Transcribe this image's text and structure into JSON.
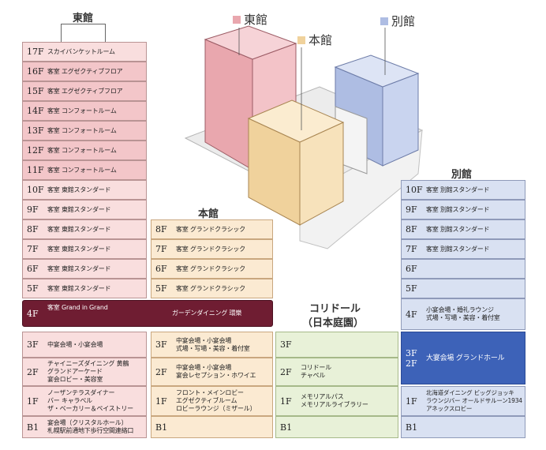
{
  "headers": {
    "east": "東館",
    "honkan": "本館",
    "bekkan": "別館",
    "corridor": "コリドール",
    "corridor_sub": "（日本庭園）"
  },
  "building_labels": {
    "east": "東館",
    "honkan": "本館",
    "bekkan": "別館"
  },
  "colors": {
    "east": "#e9a7ae",
    "honkan": "#f0d29c",
    "bekkan": "#aebde3",
    "corridor": "#cfe2ad",
    "maroon": "#6f1d32",
    "blue": "#3d62b8"
  },
  "east": [
    {
      "floor": "17F",
      "label": "スカイバンケットルーム"
    },
    {
      "floor": "16F",
      "label": "客室 エグゼクティブフロア"
    },
    {
      "floor": "15F",
      "label": "客室 エグゼクティブフロア"
    },
    {
      "floor": "14F",
      "label": "客室 コンフォートルーム"
    },
    {
      "floor": "13F",
      "label": "客室 コンフォートルーム"
    },
    {
      "floor": "12F",
      "label": "客室 コンフォートルーム"
    },
    {
      "floor": "11F",
      "label": "客室 コンフォートルーム"
    },
    {
      "floor": "10F",
      "label": "客室 東館スタンダード"
    },
    {
      "floor": "9F",
      "label": "客室 東館スタンダード"
    },
    {
      "floor": "8F",
      "label": "客室 東館スタンダード"
    },
    {
      "floor": "7F",
      "label": "客室 東館スタンダード"
    },
    {
      "floor": "6F",
      "label": "客室 東館スタンダード"
    },
    {
      "floor": "5F",
      "label": "客室 東館スタンダード"
    },
    {
      "floor": "4F",
      "label": "客室 Grand in Grand"
    },
    {
      "floor": "3F",
      "label": "中宴会場・小宴会場"
    },
    {
      "floor": "2F",
      "label": "チャイニーズダイニング 黄鶴\nグランドアーケード\n宴会ロビー・美容室"
    },
    {
      "floor": "1F",
      "label": "ノーザンテラスダイナー\nバー キャラベル\nザ・ベーカリー＆ペイストリー"
    },
    {
      "floor": "B1",
      "label": "宴会場（クリスタルホール）\n札幌駅前通地下歩行空間連絡口"
    }
  ],
  "honkan": [
    {
      "floor": "8F",
      "label": "客室 グランドクラシック"
    },
    {
      "floor": "7F",
      "label": "客室 グランドクラシック"
    },
    {
      "floor": "6F",
      "label": "客室 グランドクラシック"
    },
    {
      "floor": "5F",
      "label": "客室 グランドクラシック"
    },
    {
      "floor": "4F",
      "label": "ガーデンダイニング 環樂"
    },
    {
      "floor": "3F",
      "label": "中宴会場・小宴会場\n式場・写場・美容・着付室"
    },
    {
      "floor": "2F",
      "label": "中宴会場・小宴会場\n宴会レセプション・ホワイエ"
    },
    {
      "floor": "1F",
      "label": "フロント・メインロビー\nエグゼクティブルーム\nロビーラウンジ（ミザール）"
    },
    {
      "floor": "B1",
      "label": ""
    }
  ],
  "corridor": [
    {
      "floor": "3F",
      "label": ""
    },
    {
      "floor": "2F",
      "label": "コリドール\nチャペル"
    },
    {
      "floor": "1F",
      "label": "メモリアルパス\nメモリアルライブラリー"
    },
    {
      "floor": "B1",
      "label": ""
    }
  ],
  "bekkan": [
    {
      "floor": "10F",
      "label": "客室 別館スタンダード"
    },
    {
      "floor": "9F",
      "label": "客室 別館スタンダード"
    },
    {
      "floor": "8F",
      "label": "客室 別館スタンダード"
    },
    {
      "floor": "7F",
      "label": "客室 別館スタンダード"
    },
    {
      "floor": "6F",
      "label": ""
    },
    {
      "floor": "5F",
      "label": ""
    },
    {
      "floor": "4F",
      "label": "小宴会場・婚礼ラウンジ\n式場・写場・美容・着付室"
    },
    {
      "floor": "3F",
      "label": ""
    },
    {
      "floor": "2F",
      "label": "大宴会場 グランドホール"
    },
    {
      "floor": "1F",
      "label": "北海道ダイニング ビッグジョッキ\nラウンジバー オールドサルーン1934\nアネックスロビー"
    },
    {
      "floor": "B1",
      "label": ""
    }
  ]
}
